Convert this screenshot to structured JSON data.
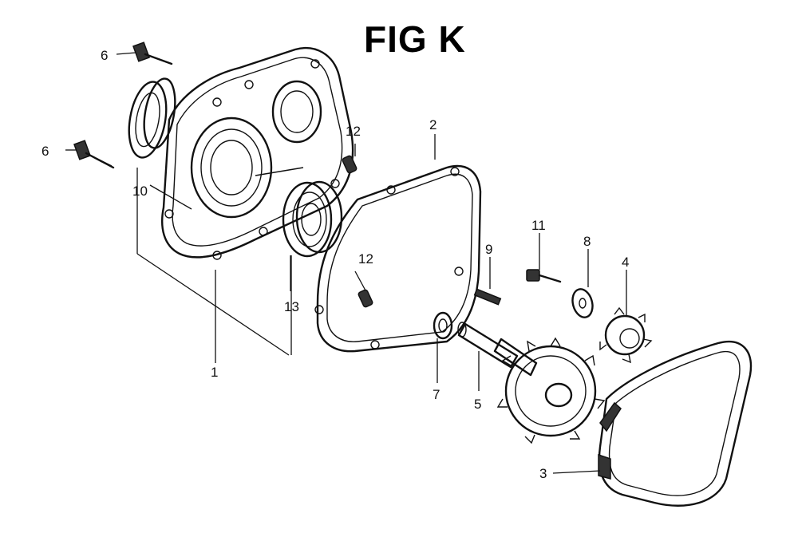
{
  "title": "FIG K",
  "callouts": [
    "6",
    "6",
    "10",
    "12",
    "2",
    "12",
    "13",
    "1",
    "11",
    "8",
    "9",
    "4",
    "7",
    "5",
    "3"
  ],
  "ink_color": "#111111"
}
